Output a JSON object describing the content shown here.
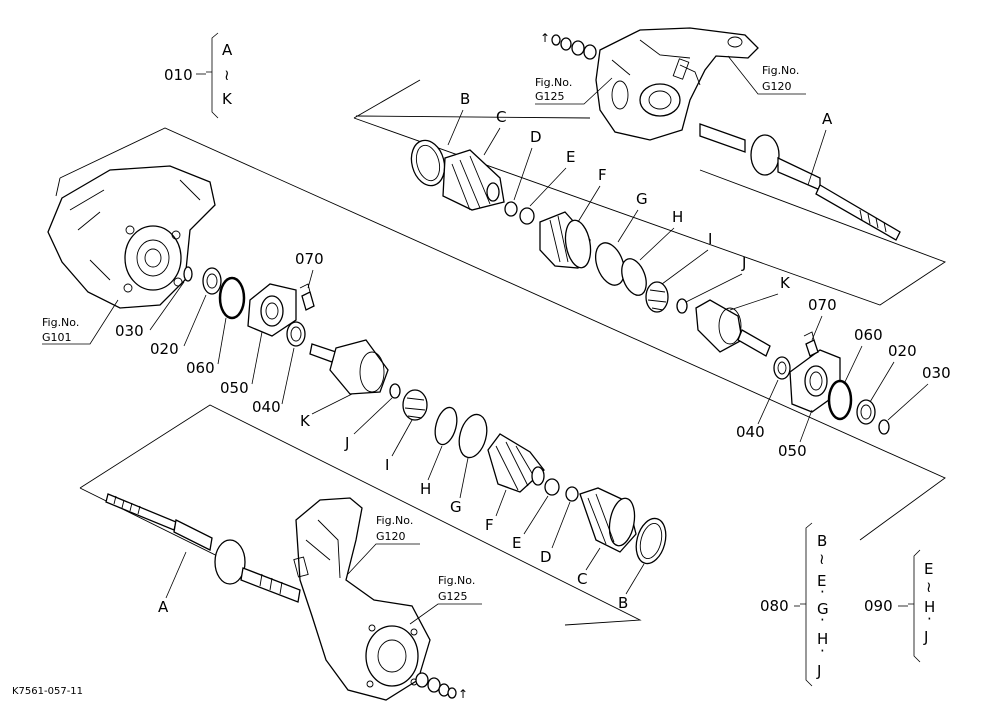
{
  "drawing_code": "K7561-057-11",
  "groups": {
    "g010": {
      "code": "010",
      "from": "A",
      "sep": "≀",
      "to": "K"
    },
    "g080": {
      "code": "080",
      "items": [
        "B",
        "≀",
        "E",
        "·",
        "G",
        "·",
        "H",
        "·",
        "J"
      ]
    },
    "g090": {
      "code": "090",
      "items": [
        "E",
        "≀",
        "H",
        "·",
        "J"
      ]
    }
  },
  "refs": {
    "upper_g125": [
      "Fig.No.",
      "G125"
    ],
    "upper_g120": [
      "Fig.No.",
      "G120"
    ],
    "g101": [
      "Fig.No.",
      "G101"
    ],
    "lower_g120": [
      "Fig.No.",
      "G120"
    ],
    "lower_g125": [
      "Fig.No.",
      "G125"
    ]
  },
  "upper_labels": {
    "A": "A",
    "B": "B",
    "C": "C",
    "D": "D",
    "E": "E",
    "F": "F",
    "G": "G",
    "H": "H",
    "I": "I",
    "J": "J",
    "K": "K",
    "p070": "070",
    "p060": "060",
    "p020": "020",
    "p030": "030",
    "p040": "040",
    "p050": "050"
  },
  "left_labels": {
    "p070": "070",
    "p030": "030",
    "p020": "020",
    "p060": "060",
    "p050": "050",
    "p040": "040",
    "K": "K",
    "J": "J",
    "I": "I",
    "H": "H",
    "G": "G",
    "F": "F",
    "E": "E",
    "D": "D",
    "C": "C",
    "B": "B",
    "A": "A"
  },
  "colors": {
    "ink": "#000000",
    "paper": "#ffffff"
  }
}
